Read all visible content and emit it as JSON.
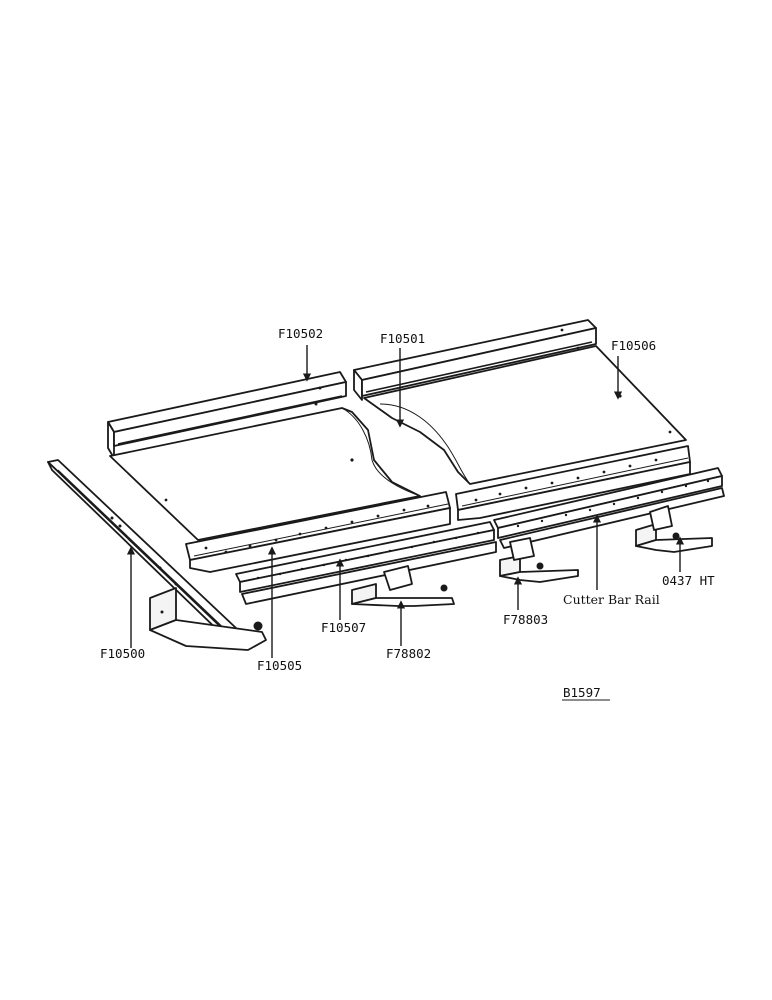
{
  "drawing_number": "B1597",
  "callouts": {
    "f10502": "F10502",
    "f10501": "F10501",
    "f10506": "F10506",
    "f10500": "F10500",
    "f10505": "F10505",
    "f10507": "F10507",
    "f78802": "F78802",
    "f78803": "F78803",
    "o437ht": "0437 HT",
    "cutter_bar_rail": "Cutter Bar Rail"
  }
}
